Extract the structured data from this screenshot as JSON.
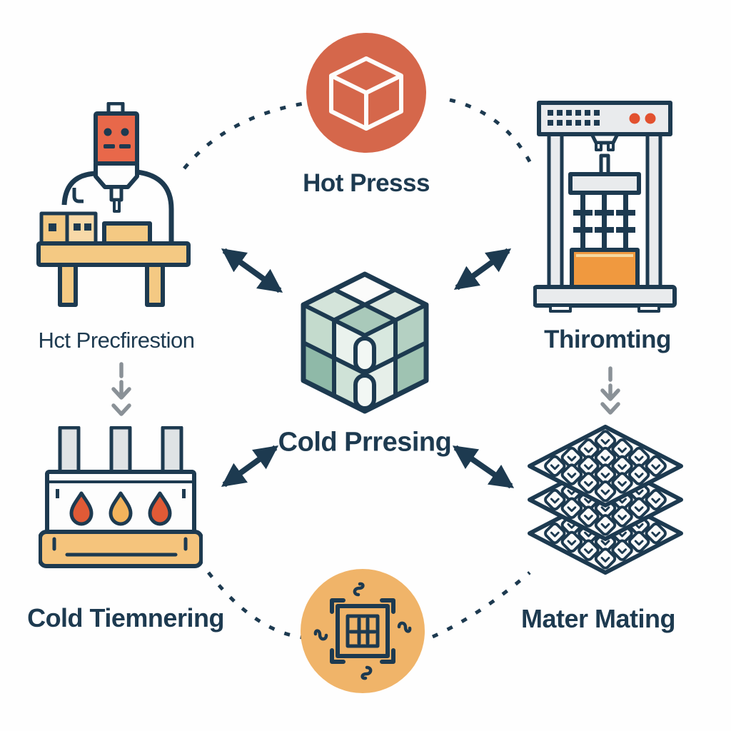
{
  "nodes": {
    "hot_press": {
      "label": "Hot Presss"
    },
    "hot_preparation": {
      "label": "Hct Precfirestion"
    },
    "thermoforming": {
      "label": "Thiromting"
    },
    "cold_pressing": {
      "label": "Cold Prresing"
    },
    "cold_tempering": {
      "label": "Cold Tiemnering"
    },
    "material_mating": {
      "label": "Mater Mating"
    }
  },
  "colors": {
    "ink_navy": "#1d3a50",
    "terracotta_circle": "#d5674b",
    "amber_circle": "#f0b469",
    "tan": "#f4c983",
    "machine_orange": "#f0993f",
    "machine_red_head": "#e8684a",
    "red_dot": "#e2512f",
    "flame_red": "#e05a36",
    "flame_amber": "#f2b35c",
    "machine_gray": "#e9ebed",
    "teal_cube": "#a3c6b7",
    "gray_arrow": "#8a9197"
  }
}
